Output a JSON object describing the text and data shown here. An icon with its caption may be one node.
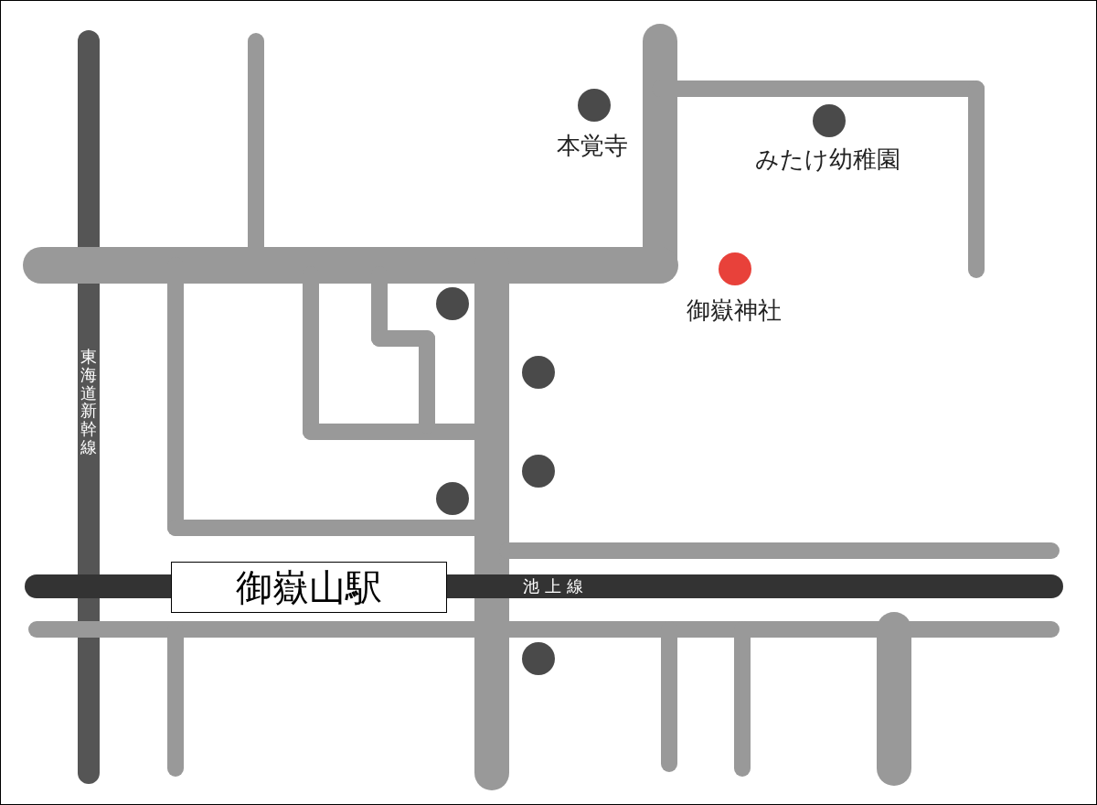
{
  "diagram": {
    "nodes": [
      {
        "text": [
          "御嶽山駅"
        ]
      }
    ],
    "edges": [],
    "labels": [
      "本覚寺",
      "みたけ幼稚園",
      "御嶽神社",
      "東海道新幹線",
      "池上線"
    ]
  }
}
